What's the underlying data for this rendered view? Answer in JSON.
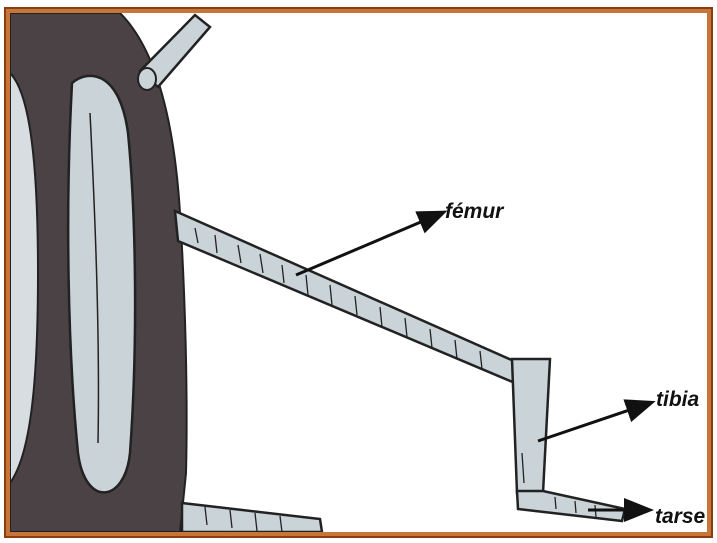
{
  "diagram": {
    "labels": {
      "femur": "fémur",
      "tibia": "tibia",
      "tarse": "tarse"
    }
  },
  "colors": {
    "frame_border": "#c8753a",
    "body_dark": "#4a4244",
    "leg_fill": "#c9d3d8",
    "ink": "#111111"
  }
}
